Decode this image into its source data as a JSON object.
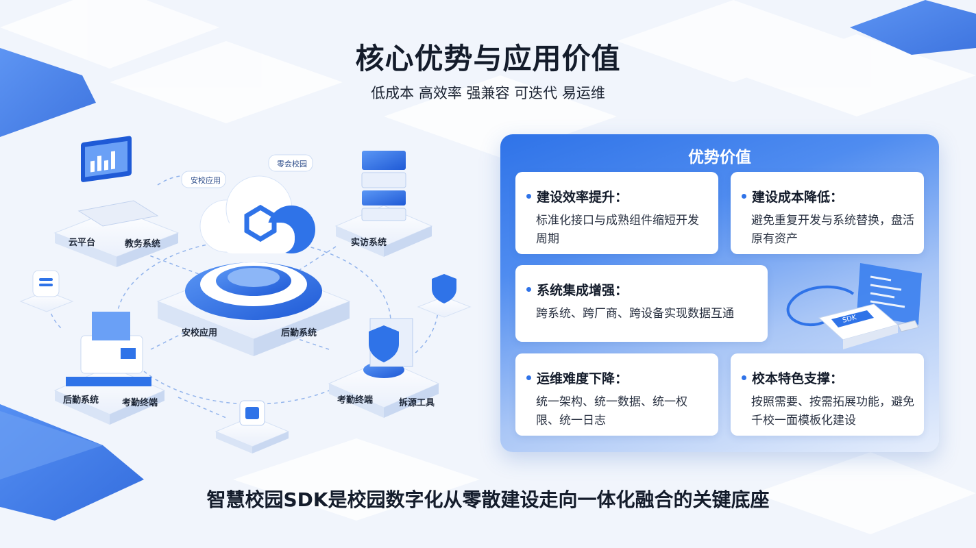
{
  "header": {
    "title": "核心优势与应用价值",
    "subtitle": "低成本 高效率 强兼容 可迭代 易运维"
  },
  "diagram": {
    "labels": {
      "cloud_platform": "云平台",
      "academic_system": "教务系统",
      "security_app": "安校应用",
      "visitor_system": "实访系统",
      "logistics_system": "后勤系统",
      "attendance_terminal": "考勤终端",
      "expansion_tool": "拆源工具",
      "logistics_left": "后勤系统",
      "attendance_left": "考勤终端",
      "tag_left": "安校应用",
      "tag_right": "零会校园",
      "usb_label": "SDK"
    }
  },
  "panel": {
    "title": "优势价值",
    "cards": [
      {
        "title": "建设效率提升：",
        "body": "标准化接口与成熟组件缩短开发周期"
      },
      {
        "title": "建设成本降低：",
        "body": "避免重复开发与系统替换，盘活原有资产"
      },
      {
        "title": "系统集成增强：",
        "body": "跨系统、跨厂商、跨设备实现数据互通"
      },
      {
        "title": "运维难度下降：",
        "body": "统一架构、统一数据、统一权限、统一日志"
      },
      {
        "title": "校本特色支撑：",
        "body": "按照需要、按需拓展功能，避免千校一面模板化建设"
      }
    ]
  },
  "footer": {
    "text": "智慧校园SDK是校园数字化从零散建设走向一体化融合的关键底座"
  },
  "colors": {
    "accent": "#2f73e8",
    "accent_dark": "#1f5ad6",
    "text_dark": "#141c2b",
    "panel_light": "#e6eefc"
  }
}
